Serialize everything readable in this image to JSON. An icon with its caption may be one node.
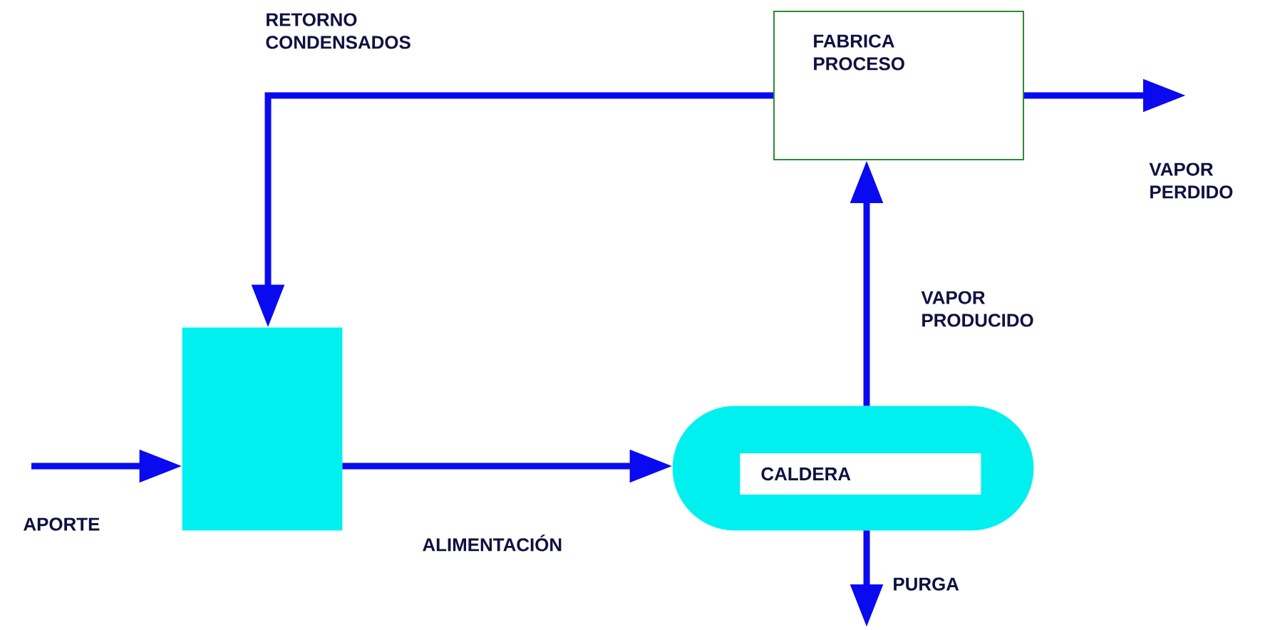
{
  "diagram": {
    "nodes": [
      {
        "text": [
          "FABRICA PROCESO"
        ]
      },
      {
        "text": [],
        "shape": "box"
      },
      {
        "text": [
          "CALDERA"
        ]
      }
    ],
    "edges": [
      {
        "from": 0,
        "to": 1,
        "arrow": "to",
        "label": "RETORNO CONDENSADOS"
      },
      {
        "from": null,
        "to": 1,
        "arrow": "to",
        "label": "APORTE"
      },
      {
        "from": 1,
        "to": 2,
        "arrow": "to",
        "label": "ALIMENTACIÓN"
      },
      {
        "from": 2,
        "to": 0,
        "arrow": "to",
        "label": "VAPOR PRODUCIDO"
      },
      {
        "from": 0,
        "to": null,
        "arrow": "to",
        "label": "VAPOR PERDIDO"
      },
      {
        "from": 2,
        "to": null,
        "arrow": "to",
        "label": "PURGA"
      }
    ]
  }
}
